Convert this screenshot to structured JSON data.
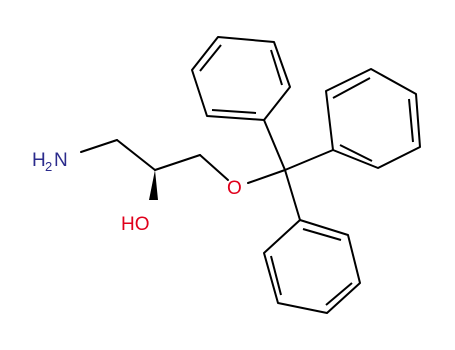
{
  "molecule": {
    "atoms": {
      "amine": {
        "element": "N",
        "hydrogens": "2",
        "color": "#2b2b8c"
      },
      "hydroxyl": {
        "text": "HO",
        "color": "#e0001b"
      },
      "ether": {
        "text": "O",
        "color": "#e0001b"
      }
    },
    "stereo": {
      "bond": "wedge",
      "center": "C2"
    },
    "rings": [
      {
        "name": "phenyl-1",
        "type": "aromatic"
      },
      {
        "name": "phenyl-2",
        "type": "aromatic"
      },
      {
        "name": "phenyl-3",
        "type": "aromatic"
      }
    ],
    "bond_color": "#000000"
  }
}
